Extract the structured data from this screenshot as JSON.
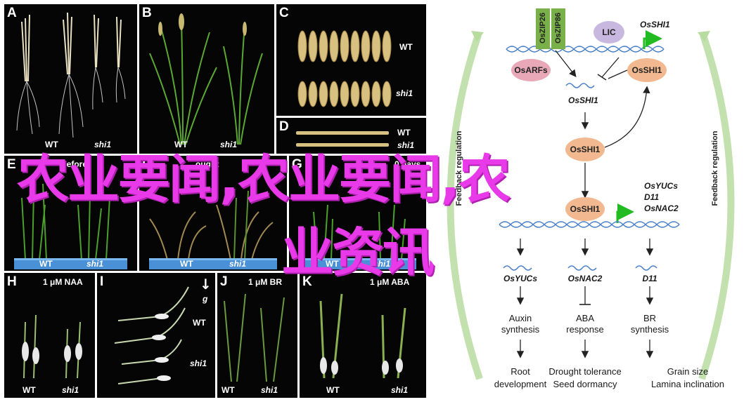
{
  "overlay": {
    "line1": "农业要闻,农业要闻,农",
    "line2": "业资讯"
  },
  "panels": {
    "A": {
      "label": "A",
      "wt": "WT",
      "mut": "shi1"
    },
    "B": {
      "label": "B",
      "wt": "WT",
      "mut": "shi1"
    },
    "C": {
      "label": "C",
      "wt": "WT",
      "mut": "shi1"
    },
    "D": {
      "label": "D",
      "wt": "WT",
      "mut": "shi1"
    },
    "E": {
      "label": "E",
      "caption": "Before",
      "wt": "WT",
      "mut": "shi1"
    },
    "F": {
      "label": "F",
      "caption": "ought",
      "wt": "WT",
      "mut": "shi1"
    },
    "G": {
      "label": "G",
      "caption": "0 days",
      "wt": "WT",
      "mut": "shi1"
    },
    "H": {
      "label": "H",
      "treatment": "1 μM NAA",
      "wt": "WT",
      "mut": "shi1"
    },
    "I": {
      "label": "I",
      "g": "g",
      "wt": "WT",
      "mut": "shi1"
    },
    "J": {
      "label": "J",
      "treatment": "1 μM BR",
      "wt": "WT",
      "mut": "shi1"
    },
    "K": {
      "label": "K",
      "treatment": "1 μM ABA",
      "wt": "WT",
      "mut": "shi1"
    }
  },
  "diagram": {
    "oszip26": "OsZIP26",
    "oszip86": "OsZIP86",
    "lic": "LIC",
    "osshi1_top": "OsSHI1",
    "osarfs": "OsARFs",
    "osshi1_node1": "OsSHI1",
    "osshi1_gene": "OsSHI1",
    "osshi1_node2": "OsSHI1",
    "osshi1_node3": "OsSHI1",
    "targets_right": [
      "OsYUCs",
      "D11",
      "OsNAC2"
    ],
    "feedback_left": "Feedback regulation",
    "feedback_right": "Feedback regulation",
    "genes": [
      "OsYUCs",
      "OsNAC2",
      "D11"
    ],
    "pathways": [
      [
        "Auxin",
        "synthesis"
      ],
      [
        "ABA",
        "response"
      ],
      [
        "BR",
        "synthesis"
      ]
    ],
    "outcomes": [
      [
        "Root",
        "development"
      ],
      [
        "Drought tolerance",
        "Seed dormancy"
      ],
      [
        "Grain size",
        "Lamina inclination"
      ]
    ]
  }
}
